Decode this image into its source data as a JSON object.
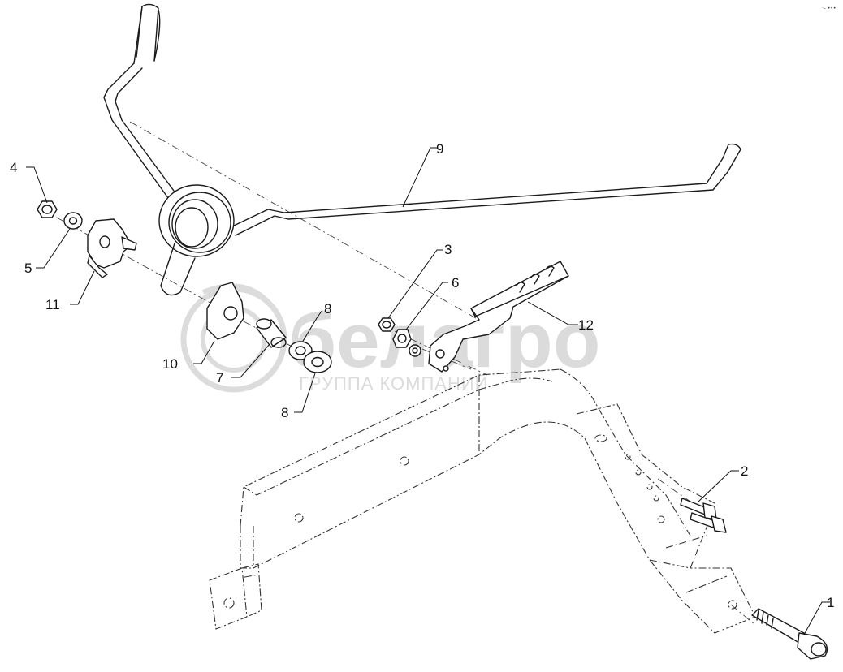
{
  "watermark": {
    "brand": "белагро",
    "subtitle": "ГРУППА КОМПАНИЙ"
  },
  "corner_mark": "·– •••",
  "callouts": [
    {
      "id": "c1",
      "text": "1"
    },
    {
      "id": "c2",
      "text": "2"
    },
    {
      "id": "c3",
      "text": "3"
    },
    {
      "id": "c4",
      "text": "4"
    },
    {
      "id": "c5",
      "text": "5"
    },
    {
      "id": "c6",
      "text": "6"
    },
    {
      "id": "c7",
      "text": "7"
    },
    {
      "id": "c8a",
      "text": "8"
    },
    {
      "id": "c8b",
      "text": "8"
    },
    {
      "id": "c9",
      "text": "9"
    },
    {
      "id": "c10",
      "text": "10"
    },
    {
      "id": "c11",
      "text": "11"
    },
    {
      "id": "c12",
      "text": "12"
    }
  ]
}
